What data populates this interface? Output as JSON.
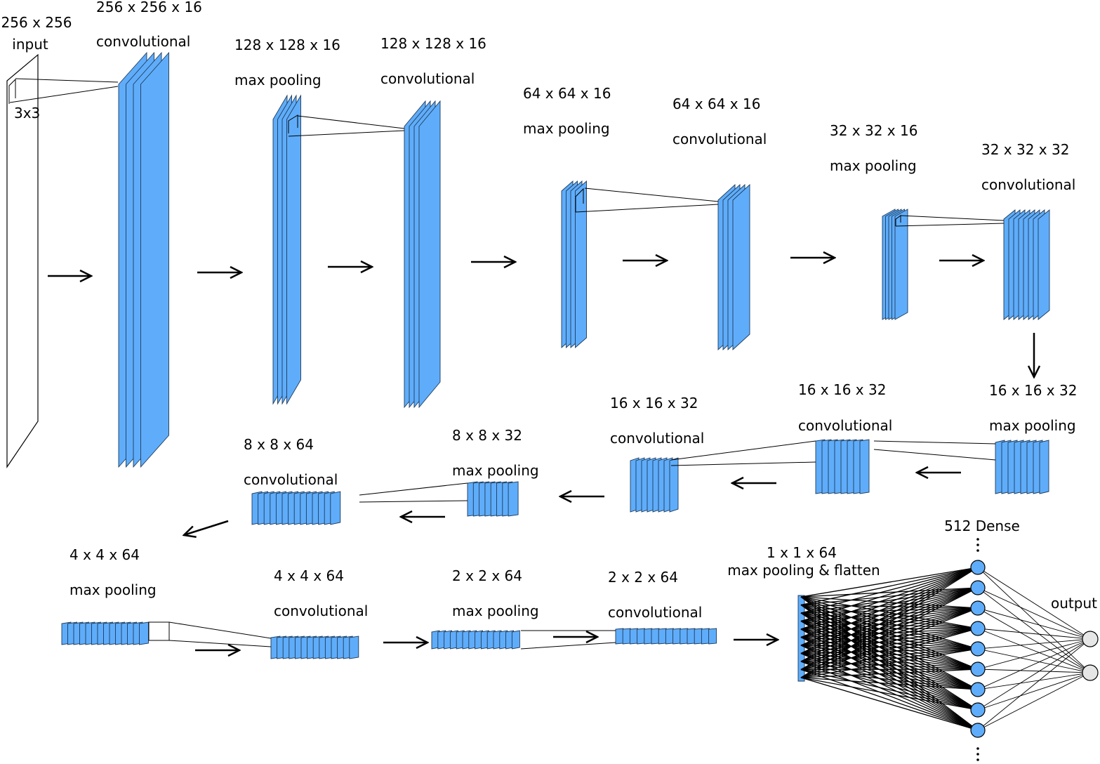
{
  "colors": {
    "layer_fill": "#5fadfa",
    "layer_stroke": "#1e3a5a",
    "line": "#000000",
    "output_fill": "#e6e6e6"
  },
  "input": {
    "size": "256 x 256",
    "name": "input",
    "kernel": "3x3"
  },
  "layers": [
    {
      "id": "conv1",
      "size": "256 x 256 x 16",
      "type": "convolutional"
    },
    {
      "id": "pool1",
      "size": "128 x 128 x 16",
      "type": "max pooling"
    },
    {
      "id": "conv2",
      "size": "128 x 128 x 16",
      "type": "convolutional"
    },
    {
      "id": "pool2",
      "size": "64 x 64 x 16",
      "type": "max pooling"
    },
    {
      "id": "conv3",
      "size": "64 x 64 x 16",
      "type": "convolutional"
    },
    {
      "id": "pool3",
      "size": "32 x 32 x 16",
      "type": "max pooling"
    },
    {
      "id": "conv4",
      "size": "32 x 32 x 32",
      "type": "convolutional"
    },
    {
      "id": "pool4",
      "size": "16 x 16 x 32",
      "type": "max pooling"
    },
    {
      "id": "conv5",
      "size": "16 x 16 x 32",
      "type": "convolutional"
    },
    {
      "id": "conv6",
      "size": "16 x 16 x 32",
      "type": "convolutional"
    },
    {
      "id": "pool5",
      "size": "8 x 8 x 32",
      "type": "max pooling"
    },
    {
      "id": "conv7",
      "size": "8 x 8 x 64",
      "type": "convolutional"
    },
    {
      "id": "pool6",
      "size": "4 x 4 x 64",
      "type": "max pooling"
    },
    {
      "id": "conv8",
      "size": "4 x 4 x 64",
      "type": "convolutional"
    },
    {
      "id": "pool7",
      "size": "2 x 2 x 64",
      "type": "max pooling"
    },
    {
      "id": "conv9",
      "size": "2 x 2 x 64",
      "type": "convolutional"
    }
  ],
  "flatten": {
    "size": "1 x 1 x 64",
    "type": "max pooling & flatten"
  },
  "dense": {
    "label": "512 Dense"
  },
  "output": {
    "label": "output"
  }
}
